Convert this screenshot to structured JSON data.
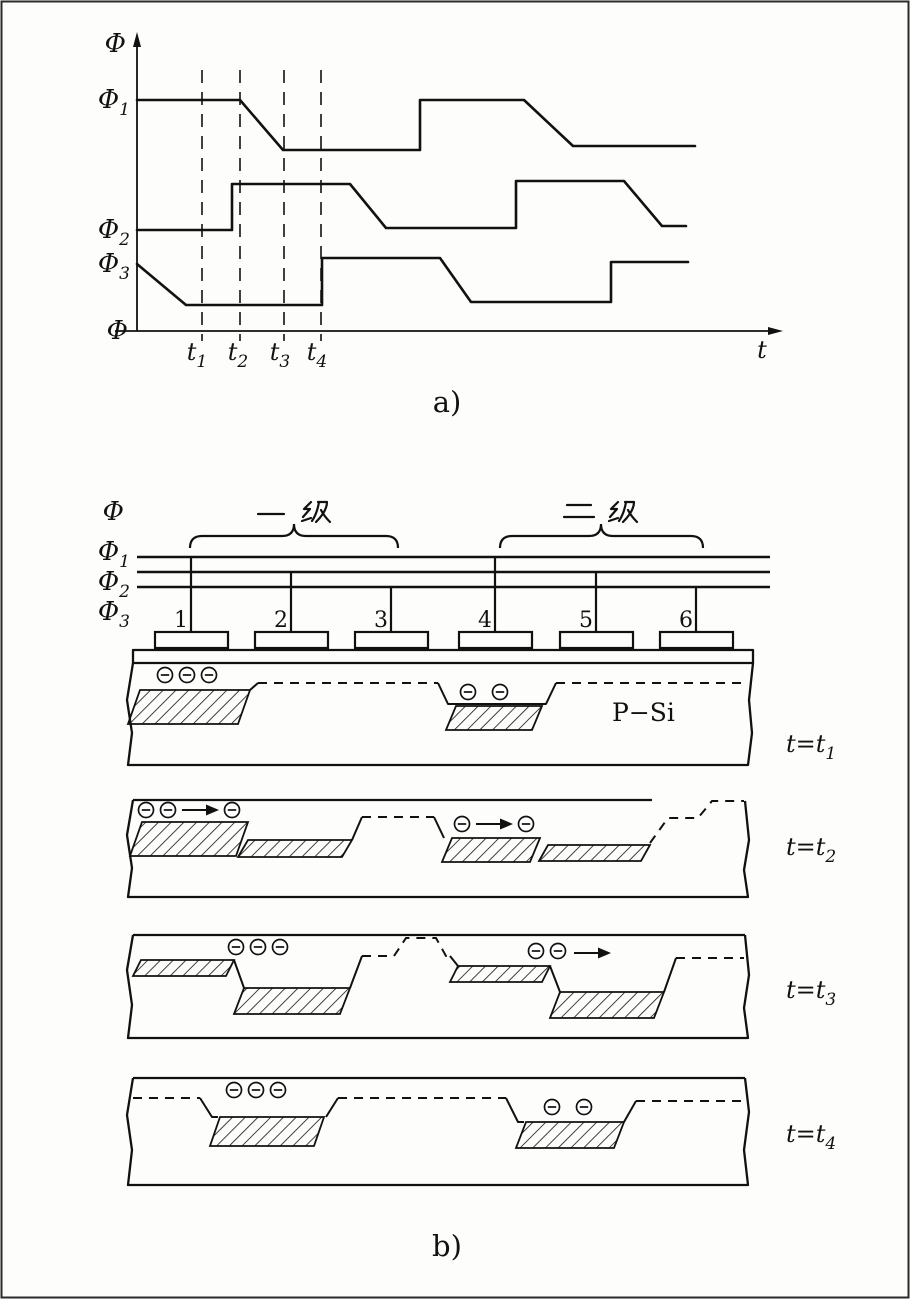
{
  "colors": {
    "ink": "#111111",
    "background": "#fdfdfb"
  },
  "a": {
    "caption": "a)",
    "axis": {
      "y_label": "Φ",
      "origin_label": "Φ",
      "x_label": "t"
    },
    "signals": [
      {
        "base": "Φ",
        "sub": "1"
      },
      {
        "base": "Φ",
        "sub": "2"
      },
      {
        "base": "Φ",
        "sub": "3"
      }
    ],
    "times": [
      {
        "base": "t",
        "sub": "1"
      },
      {
        "base": "t",
        "sub": "2"
      },
      {
        "base": "t",
        "sub": "3"
      },
      {
        "base": "t",
        "sub": "4"
      }
    ]
  },
  "b": {
    "caption": "b)",
    "bus": {
      "group_label": "Φ",
      "lines": [
        {
          "base": "Φ",
          "sub": "1"
        },
        {
          "base": "Φ",
          "sub": "2"
        },
        {
          "base": "Φ",
          "sub": "3"
        }
      ]
    },
    "stages": [
      {
        "label": "一级"
      },
      {
        "label": "二级"
      }
    ],
    "electrodes": [
      "1",
      "2",
      "3",
      "4",
      "5",
      "6"
    ],
    "substrate": "P−Si",
    "electron_symbol": "⊖",
    "frames": [
      {
        "base": "t=t",
        "sub": "1"
      },
      {
        "base": "t=t",
        "sub": "2"
      },
      {
        "base": "t=t",
        "sub": "3"
      },
      {
        "base": "t=t",
        "sub": "4"
      }
    ]
  }
}
